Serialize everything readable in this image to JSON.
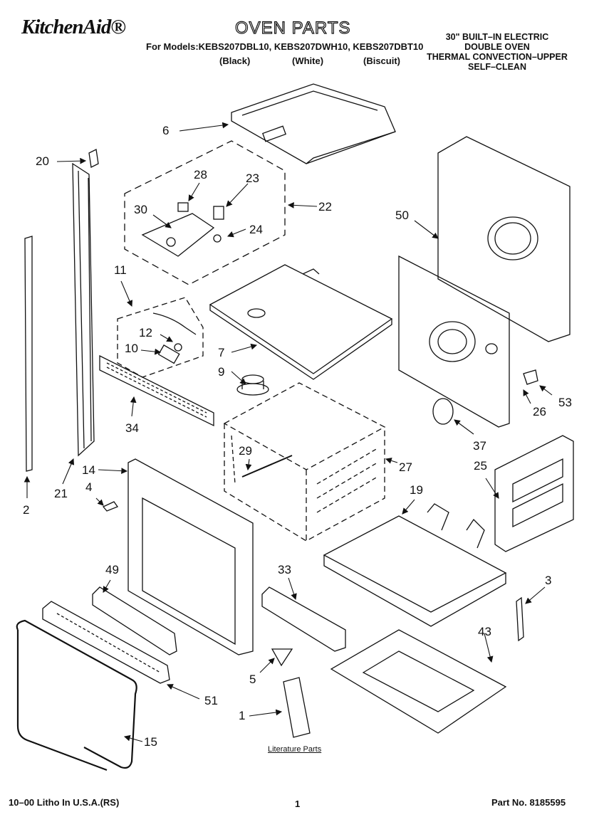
{
  "header": {
    "brand": "KitchenAid®",
    "title": "OVEN PARTS",
    "models_line": "For Models:KEBS207DBL10, KEBS207DWH10, KEBS207DBT10",
    "color_black": "(Black)",
    "color_white": "(White)",
    "color_biscuit": "(Biscuit)",
    "description_lines": [
      "30\" BUILT–IN ELECTRIC",
      "DOUBLE OVEN",
      "THERMAL CONVECTION–UPPER",
      "SELF–CLEAN"
    ]
  },
  "callouts": {
    "c1": "1",
    "c2": "2",
    "c3": "3",
    "c4": "4",
    "c5": "5",
    "c6": "6",
    "c7": "7",
    "c9": "9",
    "c10": "10",
    "c11": "11",
    "c12": "12",
    "c14": "14",
    "c15": "15",
    "c19": "19",
    "c20": "20",
    "c21": "21",
    "c22": "22",
    "c23": "23",
    "c24": "24",
    "c25": "25",
    "c26": "26",
    "c27": "27",
    "c28": "28",
    "c29": "29",
    "c30": "30",
    "c33": "33",
    "c34": "34",
    "c37": "37",
    "c43": "43",
    "c49": "49",
    "c50": "50",
    "c51": "51",
    "c53": "53"
  },
  "literature_label": "Literature Parts",
  "footer": {
    "left": "10–00 Litho In U.S.A.(RS)",
    "page": "1",
    "right": "Part No. 8185595"
  }
}
